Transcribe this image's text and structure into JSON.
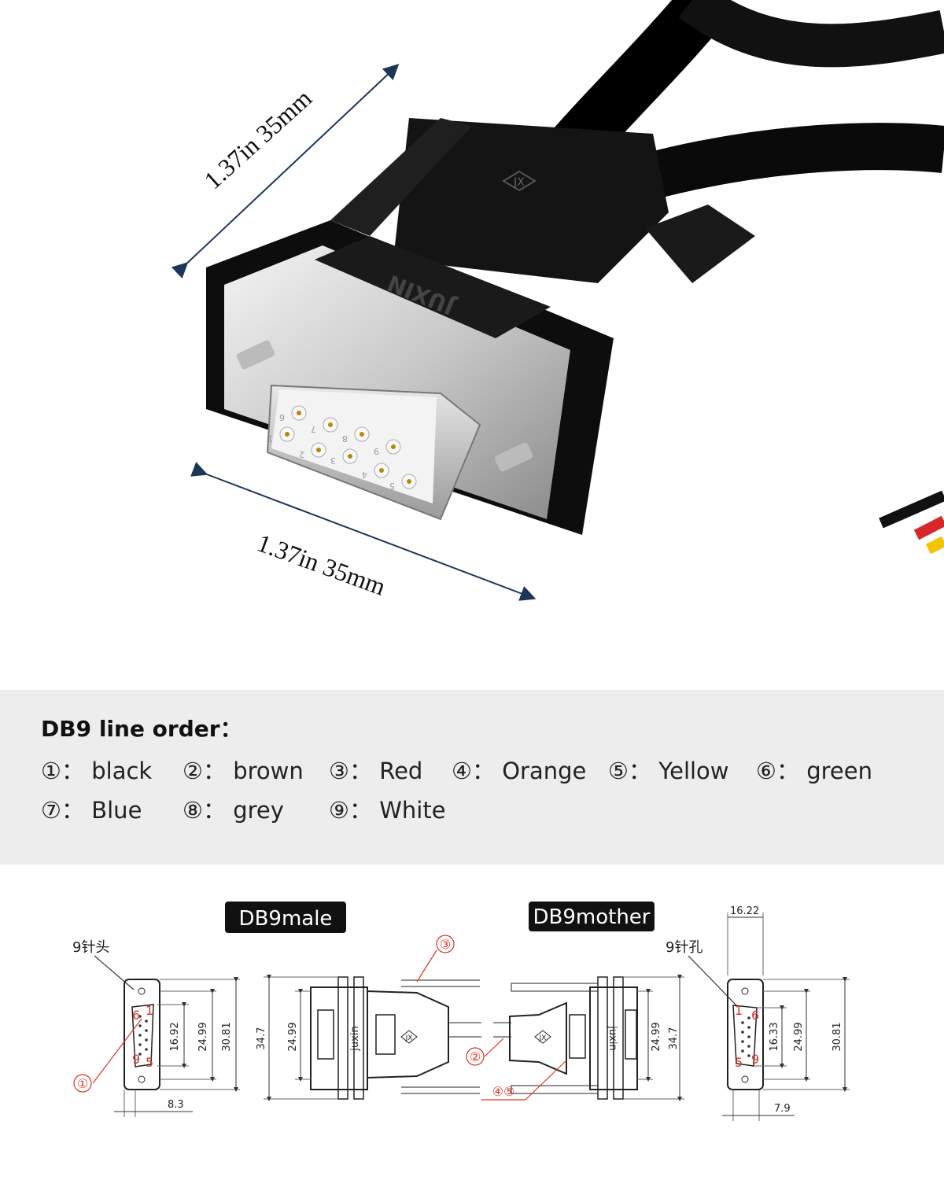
{
  "photo": {
    "dim_top": "1.37in   35mm",
    "dim_bottom": "1.37in   35mm",
    "brand": "JUXIN",
    "logo": "JX",
    "pins_top": [
      "1",
      "2",
      "3",
      "4",
      "5"
    ],
    "pins_bottom": [
      "6",
      "7",
      "8",
      "9"
    ]
  },
  "line_order": {
    "title": "DB9 line order：",
    "items": [
      {
        "num": "①",
        "color": "black"
      },
      {
        "num": "②",
        "color": "brown"
      },
      {
        "num": "③",
        "color": "Red"
      },
      {
        "num": "④",
        "color": "Orange"
      },
      {
        "num": "⑤",
        "color": "Yellow"
      },
      {
        "num": "⑥",
        "color": "green"
      },
      {
        "num": "⑦",
        "color": "Blue"
      },
      {
        "num": "⑧",
        "color": "grey"
      },
      {
        "num": "⑨",
        "color": "White"
      }
    ],
    "separator": "："
  },
  "drawing": {
    "male_label": "DB9male",
    "mother_label": "DB9mother",
    "left_pin_label": "9针头",
    "right_pin_label": "9针孔",
    "callout_1": "①",
    "callout_2": "②",
    "callout_3": "③",
    "callout_45": "④⑤",
    "pin_1": "1",
    "pin_5": "5",
    "pin_6": "6",
    "pin_9": "9",
    "dims_left": {
      "inner": "16.92",
      "mid": "24.99",
      "outer": "30.81",
      "depth": "8.3"
    },
    "dims_male_side": {
      "height": "34.7",
      "inner": "24.99"
    },
    "dims_mother_side": {
      "inner": "24.99",
      "height": "34.7"
    },
    "dims_right": {
      "top": "16.22",
      "inner": "16.33",
      "mid": "24.99",
      "outer": "30.81",
      "depth": "7.9"
    },
    "brand_small": "juxin",
    "logo_small": "JX"
  }
}
